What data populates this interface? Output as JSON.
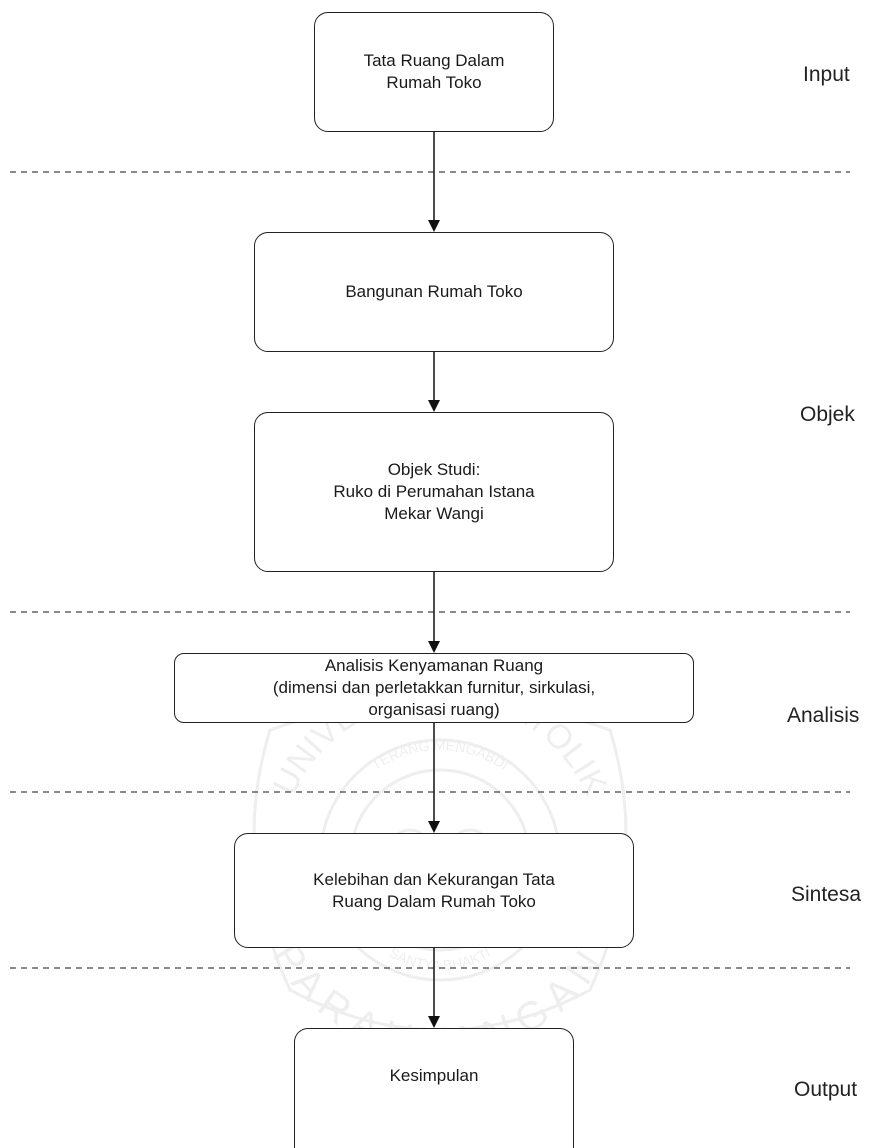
{
  "boxes": {
    "input_box": [
      "Tata Ruang Dalam",
      "Rumah Toko"
    ],
    "bangunan": [
      "Bangunan Rumah Toko"
    ],
    "objek_studi": [
      "Objek Studi:",
      "Ruko di Perumahan Istana",
      "Mekar Wangi"
    ],
    "analisis": [
      "Analisis Kenyamanan Ruang",
      "(dimensi dan perletakkan furnitur, sirkulasi,",
      "organisasi ruang)"
    ],
    "sintesa": [
      "Kelebihan dan Kekurangan Tata",
      "Ruang Dalam Rumah Toko"
    ],
    "output": [
      "Kesimpulan"
    ]
  },
  "stages": {
    "input": "Input",
    "objek": "Objek",
    "analisis": "Analisis",
    "sintesa": "Sintesa",
    "output": "Output"
  },
  "watermark": {
    "top_text": "UNIVERSITAS KATOLIK",
    "bottom_text": "PARAHYANGAN",
    "inner_top": "TERANG MENGABDI",
    "inner_bottom": "SANTYA BHAKTI"
  },
  "colors": {
    "stroke": "#222222",
    "dashed": "#444444"
  }
}
